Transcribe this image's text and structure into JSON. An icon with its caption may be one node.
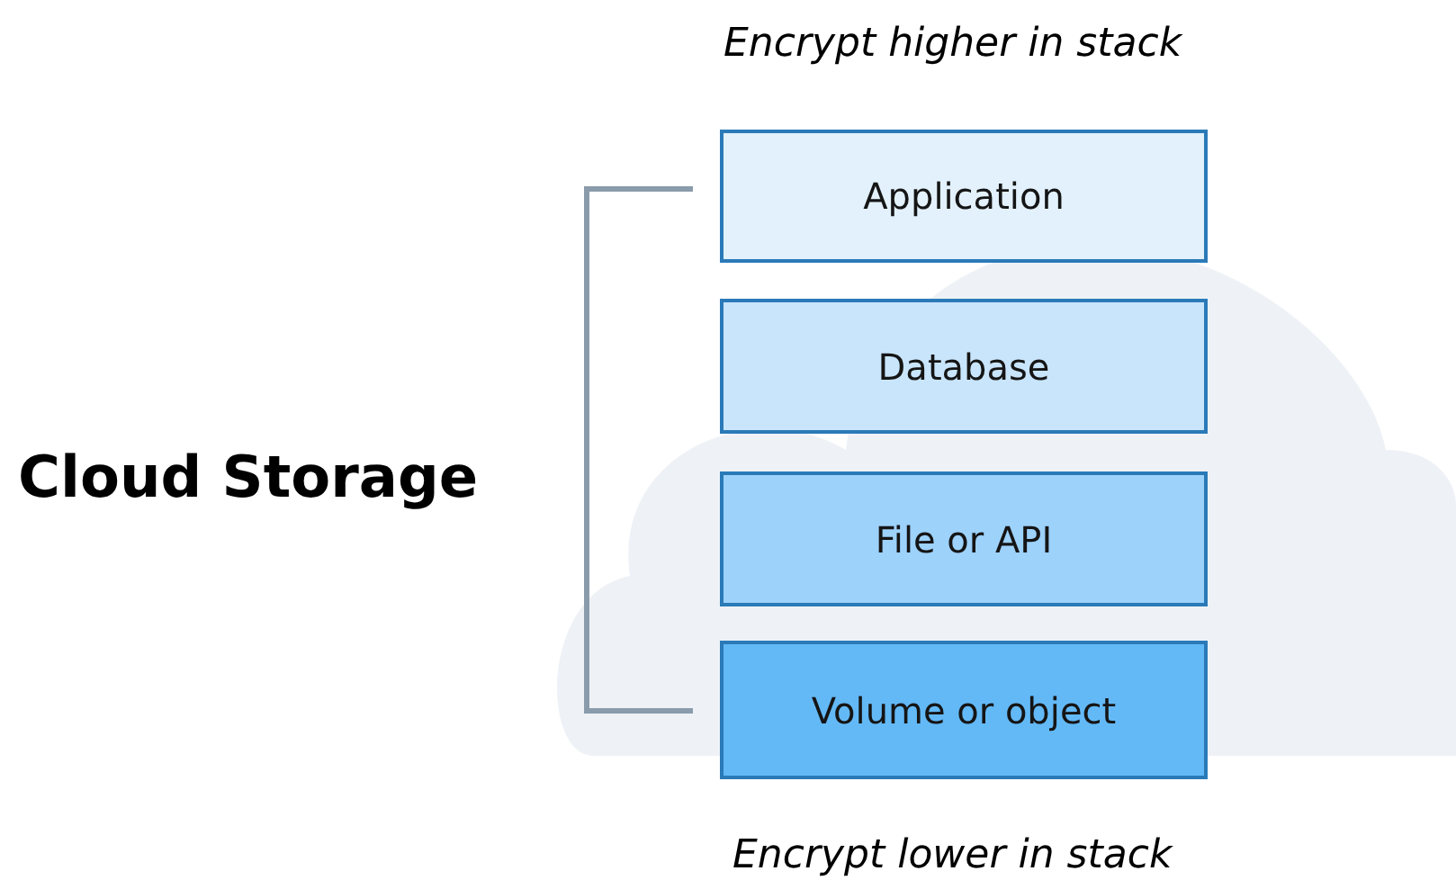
{
  "diagram": {
    "nodes": [
      {
        "text": [
          "Application"
        ]
      },
      {
        "text": [
          "Database"
        ]
      },
      {
        "text": [
          "File or API"
        ]
      },
      {
        "text": [
          "Volume or object"
        ]
      }
    ],
    "labels": [
      "Encrypt higher in stack",
      "Cloud Storage",
      "Encrypt lower in stack"
    ]
  }
}
